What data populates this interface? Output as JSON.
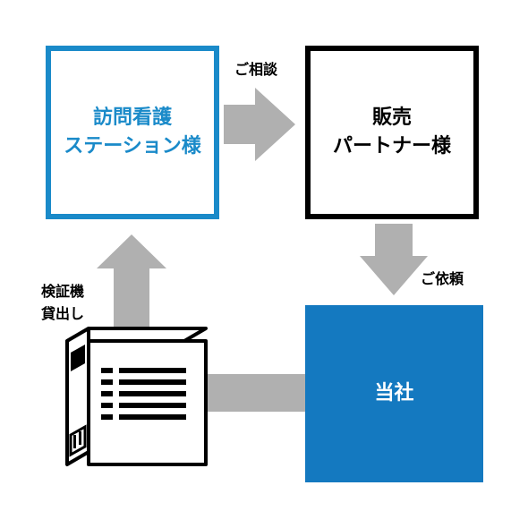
{
  "colors": {
    "arrow": "#b0b0b0",
    "station_border": "#1a8ac9",
    "station_text": "#1a8ac9",
    "partner_border": "#000000",
    "company_fill": "#1479c0",
    "company_text": "#ffffff"
  },
  "nodes": {
    "station": {
      "line1": "訪問看護",
      "line2": "ステーション様"
    },
    "partner": {
      "line1": "販売",
      "line2": "パートナー様"
    },
    "company": {
      "label": "当社"
    }
  },
  "edges": {
    "consult": {
      "label": "ご相談"
    },
    "request": {
      "label": "ご依頼"
    },
    "loan": {
      "line1": "検証機",
      "line2": "貸出し"
    }
  },
  "icons": {
    "device": "server-tower-icon"
  }
}
